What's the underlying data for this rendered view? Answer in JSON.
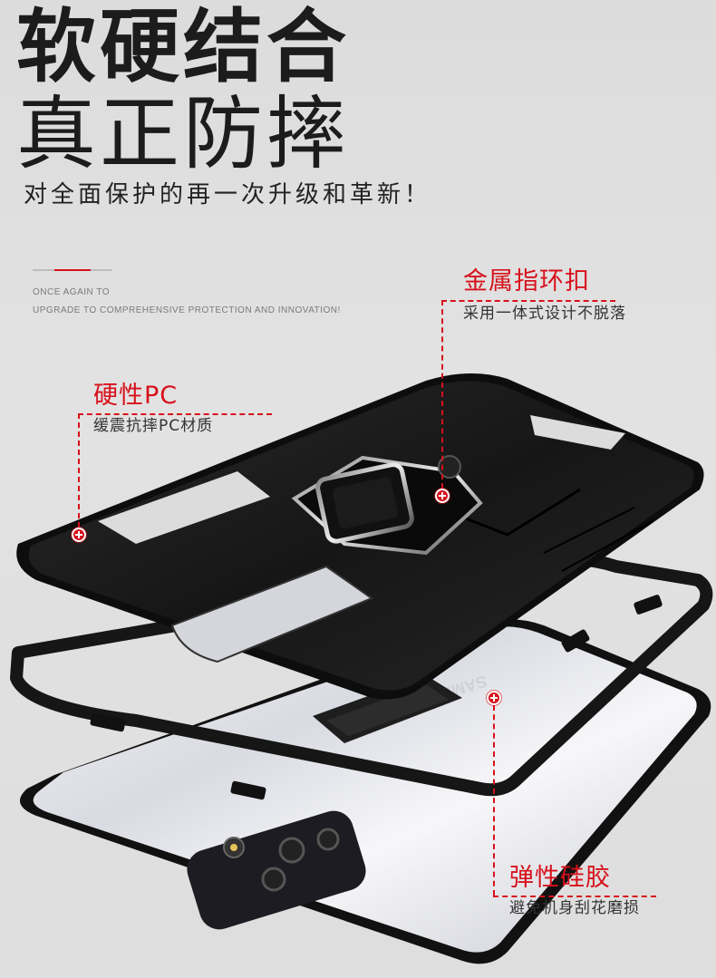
{
  "headline": {
    "line1": "软硬结合",
    "line2": "真正防摔",
    "subtitle": "对全面保护的再一次升级和革新！"
  },
  "tagline": {
    "line1": "ONCE AGAIN TO",
    "line2": "UPGRADE TO COMPREHENSIVE PROTECTION AND INNOVATION!"
  },
  "callouts": {
    "ring": {
      "title": "金属指环扣",
      "desc": "采用一体式设计不脱落"
    },
    "pc": {
      "title": "硬性PC",
      "desc": "缓震抗摔PC材质"
    },
    "silicone": {
      "title": "弹性硅胶",
      "desc": "避免机身刮花磨损"
    }
  },
  "phone": {
    "brand_text": "SAMSUNG"
  },
  "colors": {
    "accent": "#d7111b",
    "case": "#1a1a1a",
    "background": "#dedede"
  }
}
